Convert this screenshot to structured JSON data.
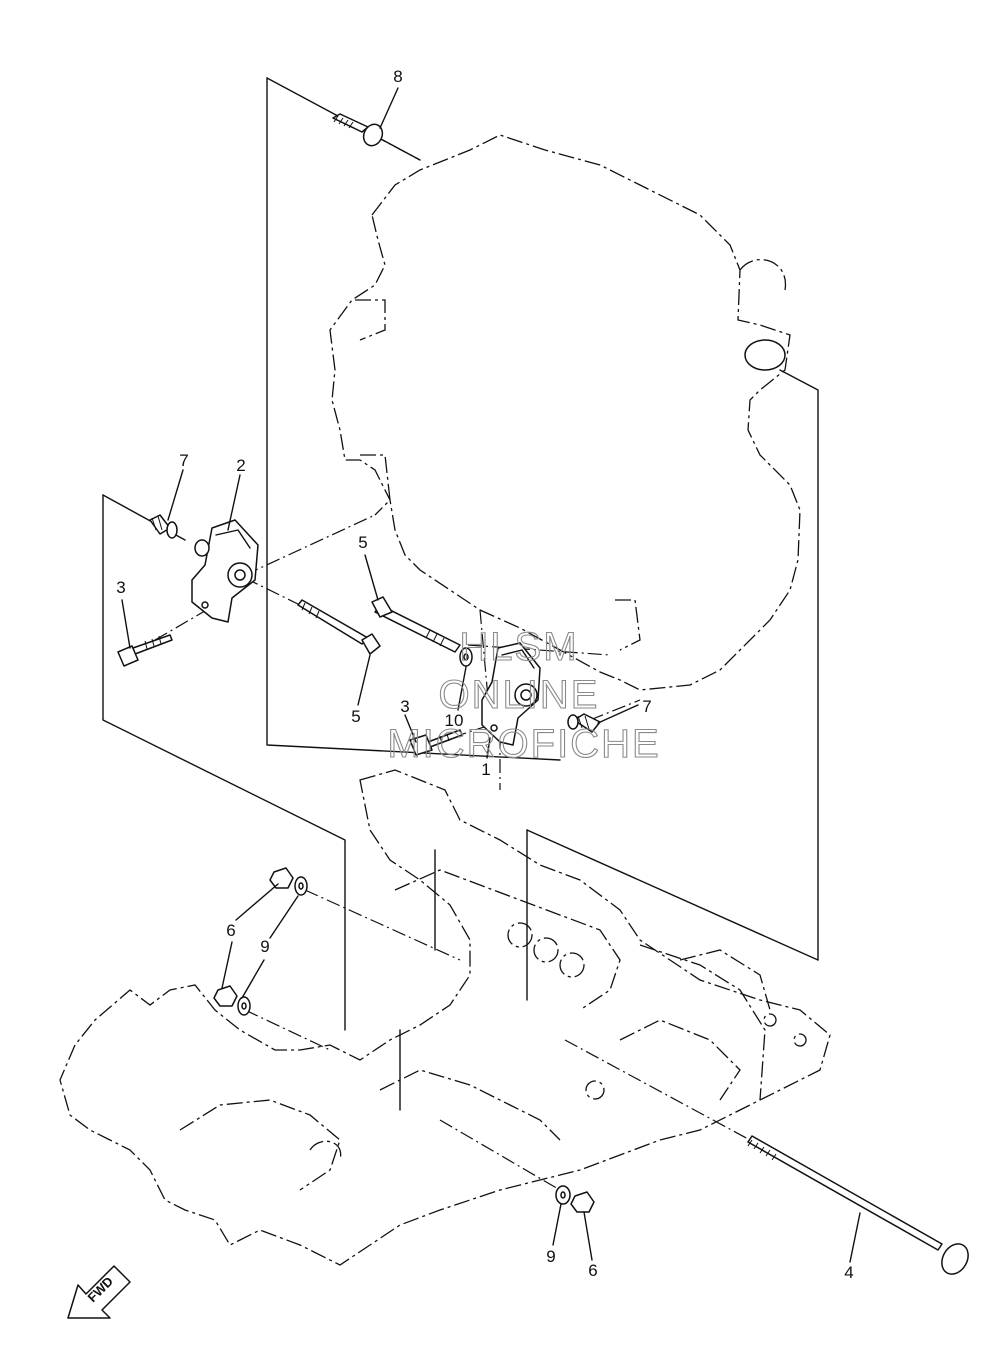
{
  "diagram": {
    "callouts": [
      "8",
      "7",
      "2",
      "3",
      "5",
      "5",
      "3",
      "10",
      "7",
      "1",
      "6",
      "9",
      "9",
      "6",
      "4"
    ],
    "watermark": [
      "HLSM",
      "ONLINE",
      "MICROFICHE"
    ],
    "fwd_label": "FWD"
  }
}
